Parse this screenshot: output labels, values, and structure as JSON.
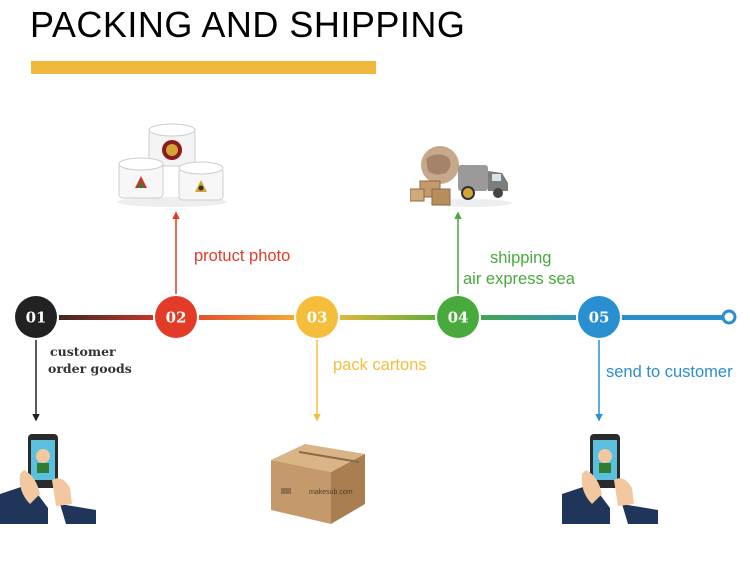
{
  "title": "PACKING AND SHIPPING",
  "colors": {
    "title_bar": "#f0b83c",
    "step1": "#222222",
    "step2": "#e23b27",
    "step3": "#f5be3a",
    "step4": "#48a93c",
    "step5": "#2a8fd0",
    "box_art": "#c49a6c"
  },
  "steps": [
    {
      "number": "01",
      "label_lines": [
        "customer",
        "order goods"
      ],
      "color": "#222222",
      "icon": "phone-order-icon"
    },
    {
      "number": "02",
      "label_lines": [
        "protuct photo"
      ],
      "color": "#e23b27",
      "icon": "ceramic-products-icon"
    },
    {
      "number": "03",
      "label_lines": [
        "pack cartons"
      ],
      "color": "#f5be3a",
      "icon": "carton-box-icon"
    },
    {
      "number": "04",
      "label_lines": [
        "shipping",
        "air express sea"
      ],
      "color": "#48a93c",
      "icon": "globe-truck-icon"
    },
    {
      "number": "05",
      "label_lines": [
        "send to customer"
      ],
      "color": "#2a8fd0",
      "icon": "phone-received-icon"
    }
  ],
  "box_text": "makesub.com"
}
